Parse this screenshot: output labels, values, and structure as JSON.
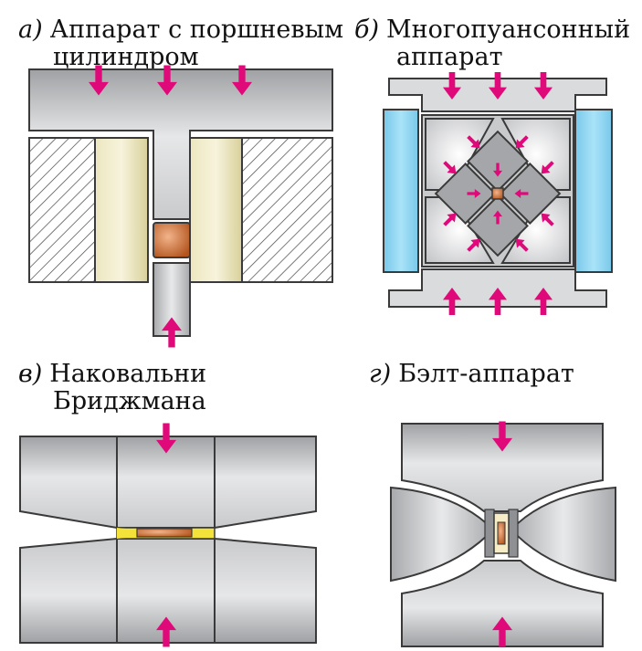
{
  "panels": {
    "a": {
      "letter": "а)",
      "line1": "Аппарат с поршневым",
      "line2": "цилиндром"
    },
    "b": {
      "letter": "б)",
      "line1": "Многопуансонный",
      "line2": "аппарат"
    },
    "v": {
      "letter": "в)",
      "line1": "Наковальни",
      "line2": "Бриджмана"
    },
    "g": {
      "letter": "г)",
      "line1": "Бэлт-аппарат"
    }
  },
  "colors": {
    "arrow": "#e0097a",
    "metal": "#d6d7d9",
    "outline": "#3a3a3a",
    "liner": "#e7e1b2",
    "sample": "#c8642c",
    "side_block": "#8fd6f2",
    "gasket": "#f3e23a"
  }
}
